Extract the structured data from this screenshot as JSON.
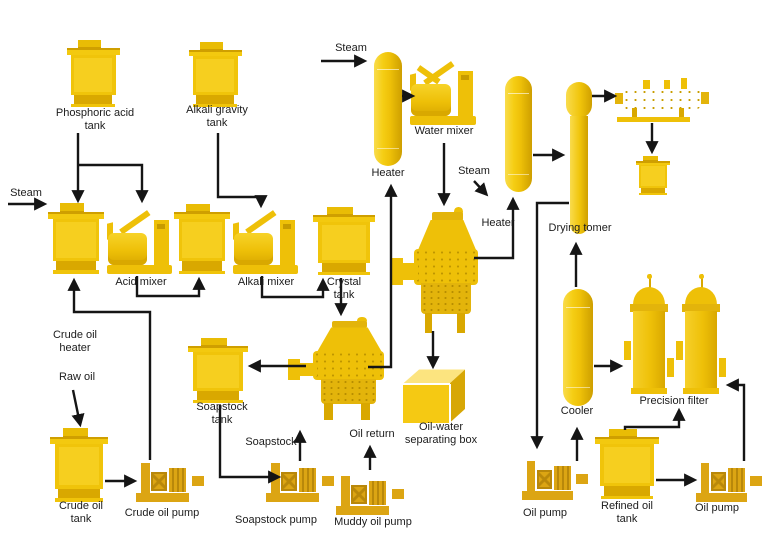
{
  "colors": {
    "equipment_yellow": "#EEC008",
    "equipment_dark": "#D9A800",
    "equipment_light": "#F9DC4D",
    "pump_gold": "#DCA513",
    "line_black": "#151515",
    "background": "#FFFFFF"
  },
  "labels": {
    "steam_left": "Steam",
    "phosphoric_acid_tank": "Phosphoric acid\ntank",
    "alkali_gravity_tank": "Alkali gravity\ntank",
    "crude_oil_heater": "Crude oil\nheater",
    "acid_mixer": "Acid mixer",
    "alkali_mixer": "Alkali mixer",
    "crystal_tank": "Crystal\ntank",
    "steam_top": "Steam",
    "heater_1": "Heater",
    "water_mixer": "Water mixer",
    "steam_2": "Steam",
    "heater_2": "Heater",
    "drying_tower": "Drying tomer",
    "soapstock_tank": "Soapstock\ntank",
    "raw_oil": "Raw oil",
    "soapstock": "Soapstock",
    "oil_return": "Oil return",
    "oil_water_separating_box": "Oil-water\nseparating box",
    "crude_oil_tank": "Crude oil\ntank",
    "crude_oil_pump": "Crude oil pump",
    "soapstock_pump": "Soapstock pump",
    "muddy_oil_pump": "Muddy oil pump",
    "oil_pump_left": "Oil pump",
    "refined_oil_tank": "Refined oil\ntank",
    "oil_pump_right": "Oil pump",
    "cooler": "Cooler",
    "precision_filter": "Precision filter"
  }
}
